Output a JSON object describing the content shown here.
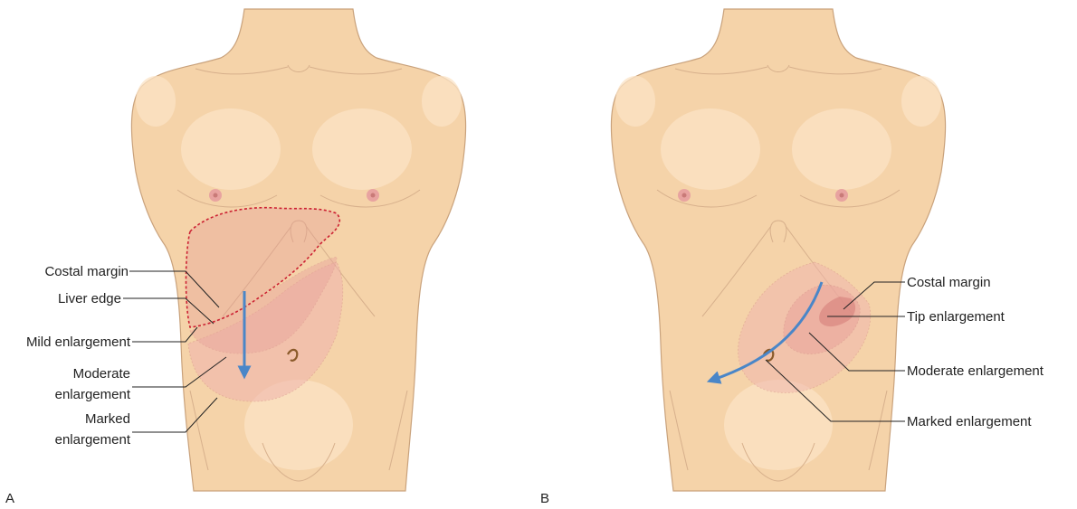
{
  "panels": [
    {
      "letter": "A",
      "labels": {
        "costal_margin": "Costal margin",
        "liver_edge": "Liver edge",
        "mild": "Mild enlargement",
        "moderate_1": "Moderate",
        "moderate_2": "enlargement",
        "marked_1": "Marked",
        "marked_2": "enlargement"
      }
    },
    {
      "letter": "B",
      "labels": {
        "costal_margin": "Costal margin",
        "tip": "Tip enlargement",
        "moderate": "Moderate enlargement",
        "marked": "Marked enlargement"
      }
    }
  ],
  "colors": {
    "skin": "#f5d3a9",
    "skin_outline": "#c9a27c",
    "enlargement_fill": "#f0b4ad",
    "liver_outline": "#cc2233",
    "arrow": "#4a86c8",
    "nipple": "#e8a3a0"
  }
}
